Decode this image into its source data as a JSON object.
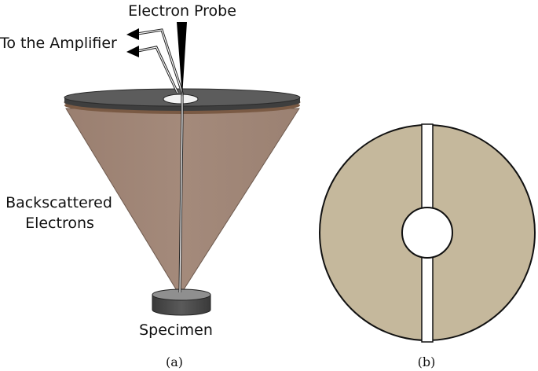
{
  "labels": {
    "electron_probe": "Electron Probe",
    "amplifier": "To the Amplifier",
    "backscattered_line1": "Backscattered",
    "backscattered_line2": "Electrons",
    "specimen": "Specimen"
  },
  "captions": {
    "a": "(a)",
    "b": "(b)"
  },
  "colors": {
    "detector_disk": "#5c5c5c",
    "detector_rim": "#a48775",
    "cone_fill": "#a48a7b",
    "annulus_fill": "#c5b89c",
    "specimen_top": "#8f8f8f",
    "specimen_side": "#4a4a4a",
    "outline": "#1a1a1a"
  }
}
